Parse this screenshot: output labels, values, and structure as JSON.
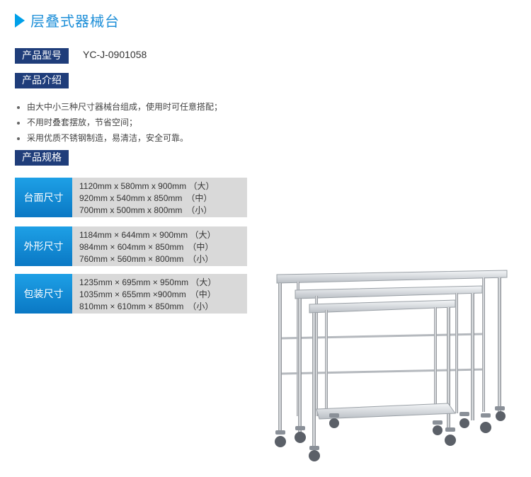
{
  "title": "层叠式器械台",
  "model": {
    "label": "产品型号",
    "value": "YC-J-0901058"
  },
  "intro": {
    "label": "产品介绍",
    "bullets": [
      "由大中小三种尺寸器械台组成，使用时可任意搭配；",
      "不用时叠套摆放，节省空间；",
      "采用优质不锈钢制造，易清洁，安全可靠。"
    ]
  },
  "specs": {
    "label": "产品规格",
    "rows": [
      {
        "label": "台面尺寸",
        "values": [
          "1120mm x 580mm x 900mm （大）",
          "920mm x 540mm x 850mm　（中）",
          "700mm x 500mm x 800mm　（小）"
        ]
      },
      {
        "label": "外形尺寸",
        "values": [
          "1184mm × 644mm × 900mm （大）",
          "984mm × 604mm × 850mm　（中）",
          "760mm × 560mm × 800mm　（小）"
        ]
      },
      {
        "label": "包装尺寸",
        "values": [
          "1235mm × 695mm × 950mm （大）",
          "1035mm × 655mm ×900mm　（中）",
          "810mm × 610mm × 850mm　（小）"
        ]
      }
    ]
  },
  "colors": {
    "accent": "#00a0e9",
    "tag_bg": "#1f3d7a",
    "spec_bg": "#d9d9d9"
  }
}
